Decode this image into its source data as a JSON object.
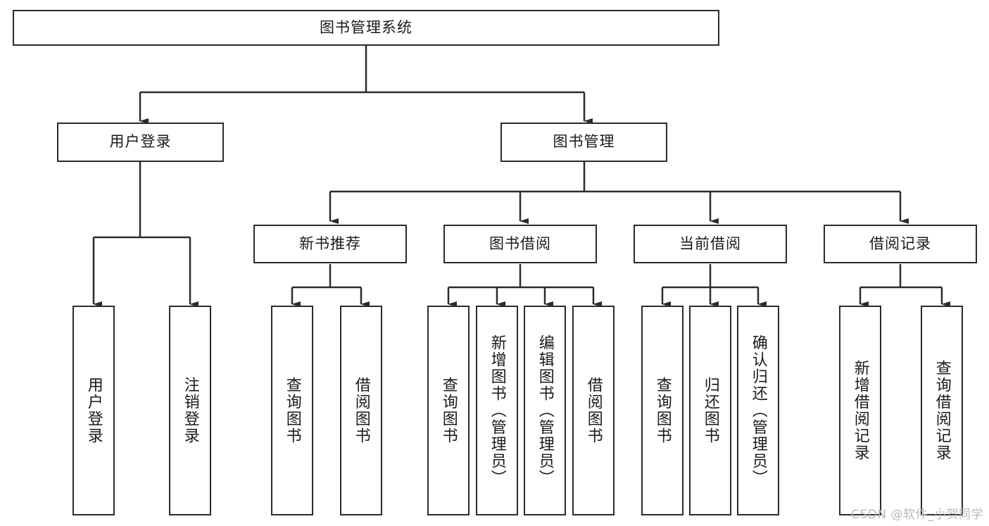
{
  "diagram": {
    "title": "图书管理系统",
    "type": "tree",
    "watermark": "CSDN @软件_小贺同学",
    "colors": {
      "box_border": "#2b2b2b",
      "box_fill": "#ffffff",
      "edge": "#2b2b2b",
      "text": "#1a1a1a",
      "watermark": "#b9b9b9",
      "background": "#ffffff"
    },
    "nodes": {
      "root": {
        "label": "图书管理系统",
        "level": 0,
        "orientation": "horizontal"
      },
      "l1": [
        {
          "label": "用户登录",
          "level": 1,
          "orientation": "horizontal"
        },
        {
          "label": "图书管理",
          "level": 1,
          "orientation": "horizontal"
        }
      ],
      "l2": [
        {
          "label": "新书推荐",
          "level": 2,
          "orientation": "horizontal"
        },
        {
          "label": "图书借阅",
          "level": 2,
          "orientation": "horizontal"
        },
        {
          "label": "当前借阅",
          "level": 2,
          "orientation": "horizontal"
        },
        {
          "label": "借阅记录",
          "level": 2,
          "orientation": "horizontal"
        }
      ],
      "leaves": [
        {
          "label": "用户登录",
          "parent": "用户登录",
          "orientation": "vertical"
        },
        {
          "label": "注销登录",
          "parent": "用户登录",
          "orientation": "vertical"
        },
        {
          "label": "查询图书",
          "parent": "新书推荐",
          "orientation": "vertical"
        },
        {
          "label": "借阅图书",
          "parent": "新书推荐",
          "orientation": "vertical"
        },
        {
          "label": "查询图书",
          "parent": "图书借阅",
          "orientation": "vertical"
        },
        {
          "label": "新增图书（管理员）",
          "parent": "图书借阅",
          "orientation": "vertical"
        },
        {
          "label": "编辑图书（管理员）",
          "parent": "图书借阅",
          "orientation": "vertical"
        },
        {
          "label": "借阅图书",
          "parent": "图书借阅",
          "orientation": "vertical"
        },
        {
          "label": "查询图书",
          "parent": "当前借阅",
          "orientation": "vertical"
        },
        {
          "label": "归还图书",
          "parent": "当前借阅",
          "orientation": "vertical"
        },
        {
          "label": "确认归还（管理员）",
          "parent": "当前借阅",
          "orientation": "vertical"
        },
        {
          "label": "新增借阅记录",
          "parent": "借阅记录",
          "orientation": "vertical"
        },
        {
          "label": "查询借阅记录",
          "parent": "借阅记录",
          "orientation": "vertical"
        }
      ]
    }
  }
}
